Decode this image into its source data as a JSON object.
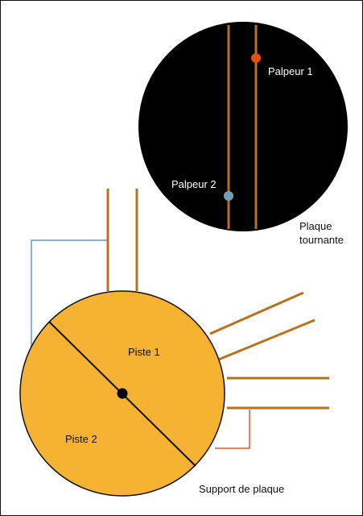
{
  "labels": {
    "palpeur1": "Palpeur 1",
    "palpeur2": "Palpeur 2",
    "plaque_tournante_1": "Plaque",
    "plaque_tournante_2": "tournante",
    "piste1": "Piste 1",
    "piste2": "Piste 2",
    "support": "Support de plaque"
  },
  "colors": {
    "disc": "#000000",
    "track": "#b8711f",
    "sensor1": "#e0501c",
    "sensor2": "#6fa0b4",
    "plate": "#f6b232",
    "wire_blue": "#5e9bc4",
    "wire_red": "#e05a2a",
    "frame": "#111111"
  }
}
